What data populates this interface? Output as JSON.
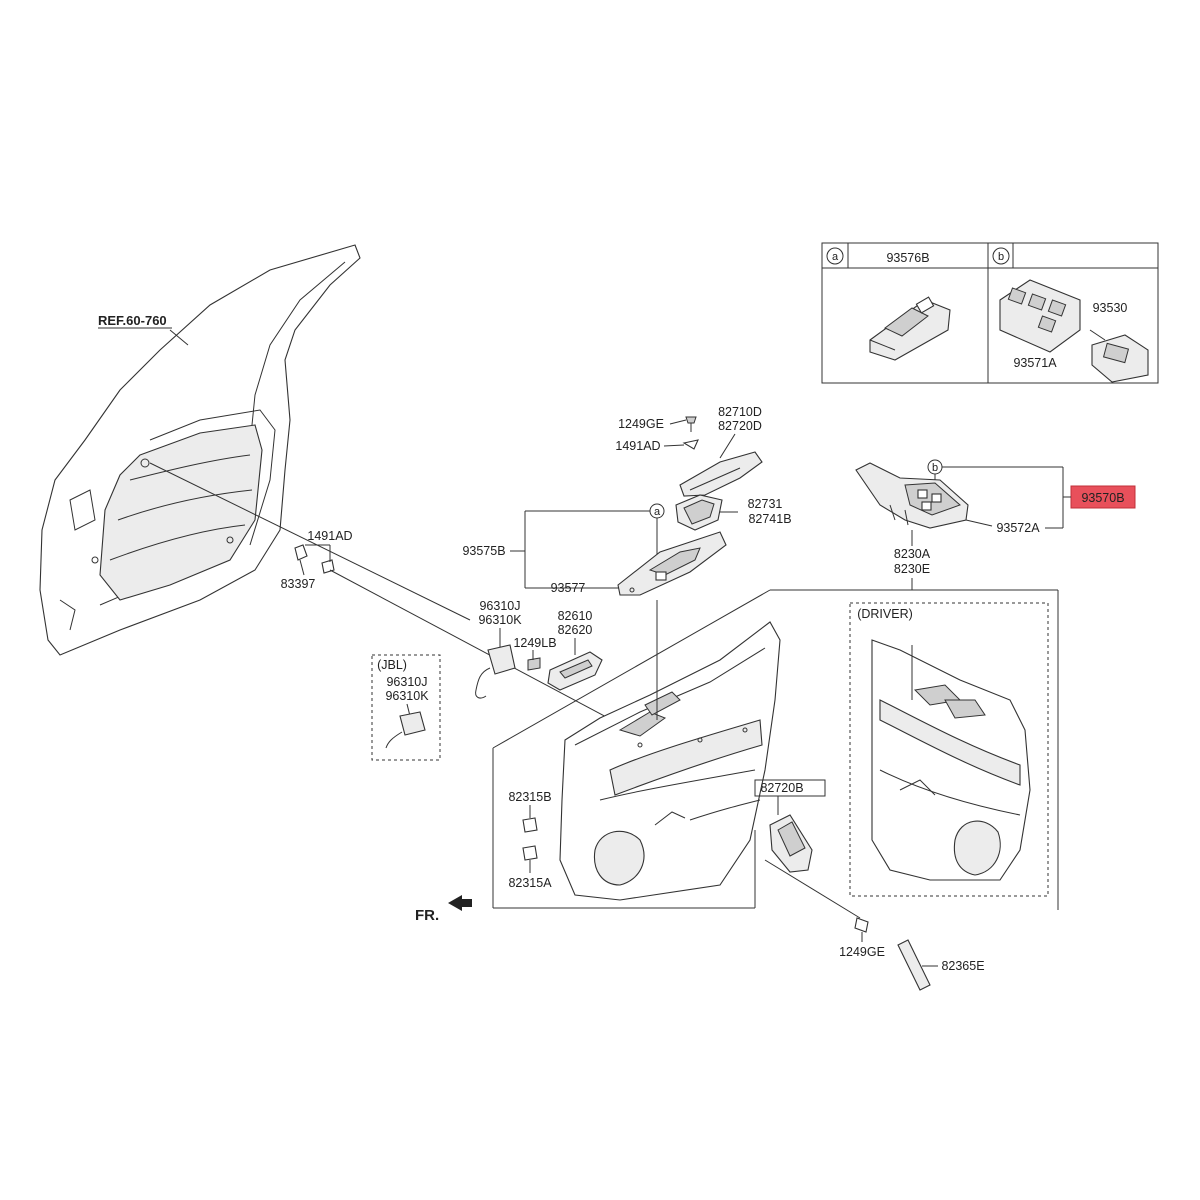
{
  "ref_label": "REF.60-760",
  "inset_a": {
    "marker": "a",
    "part": "93576B"
  },
  "inset_b": {
    "marker": "b",
    "part_switch": "93530",
    "part_assembly": "93571A"
  },
  "labels": {
    "p1249ge_top": "1249GE",
    "p82710d": "82710D",
    "p82720d": "82720D",
    "p1491ad_top": "1491AD",
    "p82731": "82731",
    "p82741b": "82741B",
    "p93575b": "93575B",
    "p93577": "93577",
    "marker_a": "a",
    "marker_b": "b",
    "p93570b": "93570B",
    "p93572a": "93572A",
    "p8230a": "8230A",
    "p8230e": "8230E",
    "p1491ad_left": "1491AD",
    "p83397": "83397",
    "p96310j": "96310J",
    "p96310k": "96310K",
    "p1249lb": "1249LB",
    "p82610": "82610",
    "p82620": "82620",
    "jbl_title": "(JBL)",
    "jbl_96310j": "96310J",
    "jbl_96310k": "96310K",
    "driver_title": "(DRIVER)",
    "p82315b": "82315B",
    "p82315a": "82315A",
    "p82720b": "82720B",
    "fr": "FR.",
    "p1249ge_bottom": "1249GE",
    "p82365e": "82365E"
  },
  "colors": {
    "highlight_fill": "#e8505b",
    "highlight_border": "#c0303a",
    "line": "#333333"
  }
}
